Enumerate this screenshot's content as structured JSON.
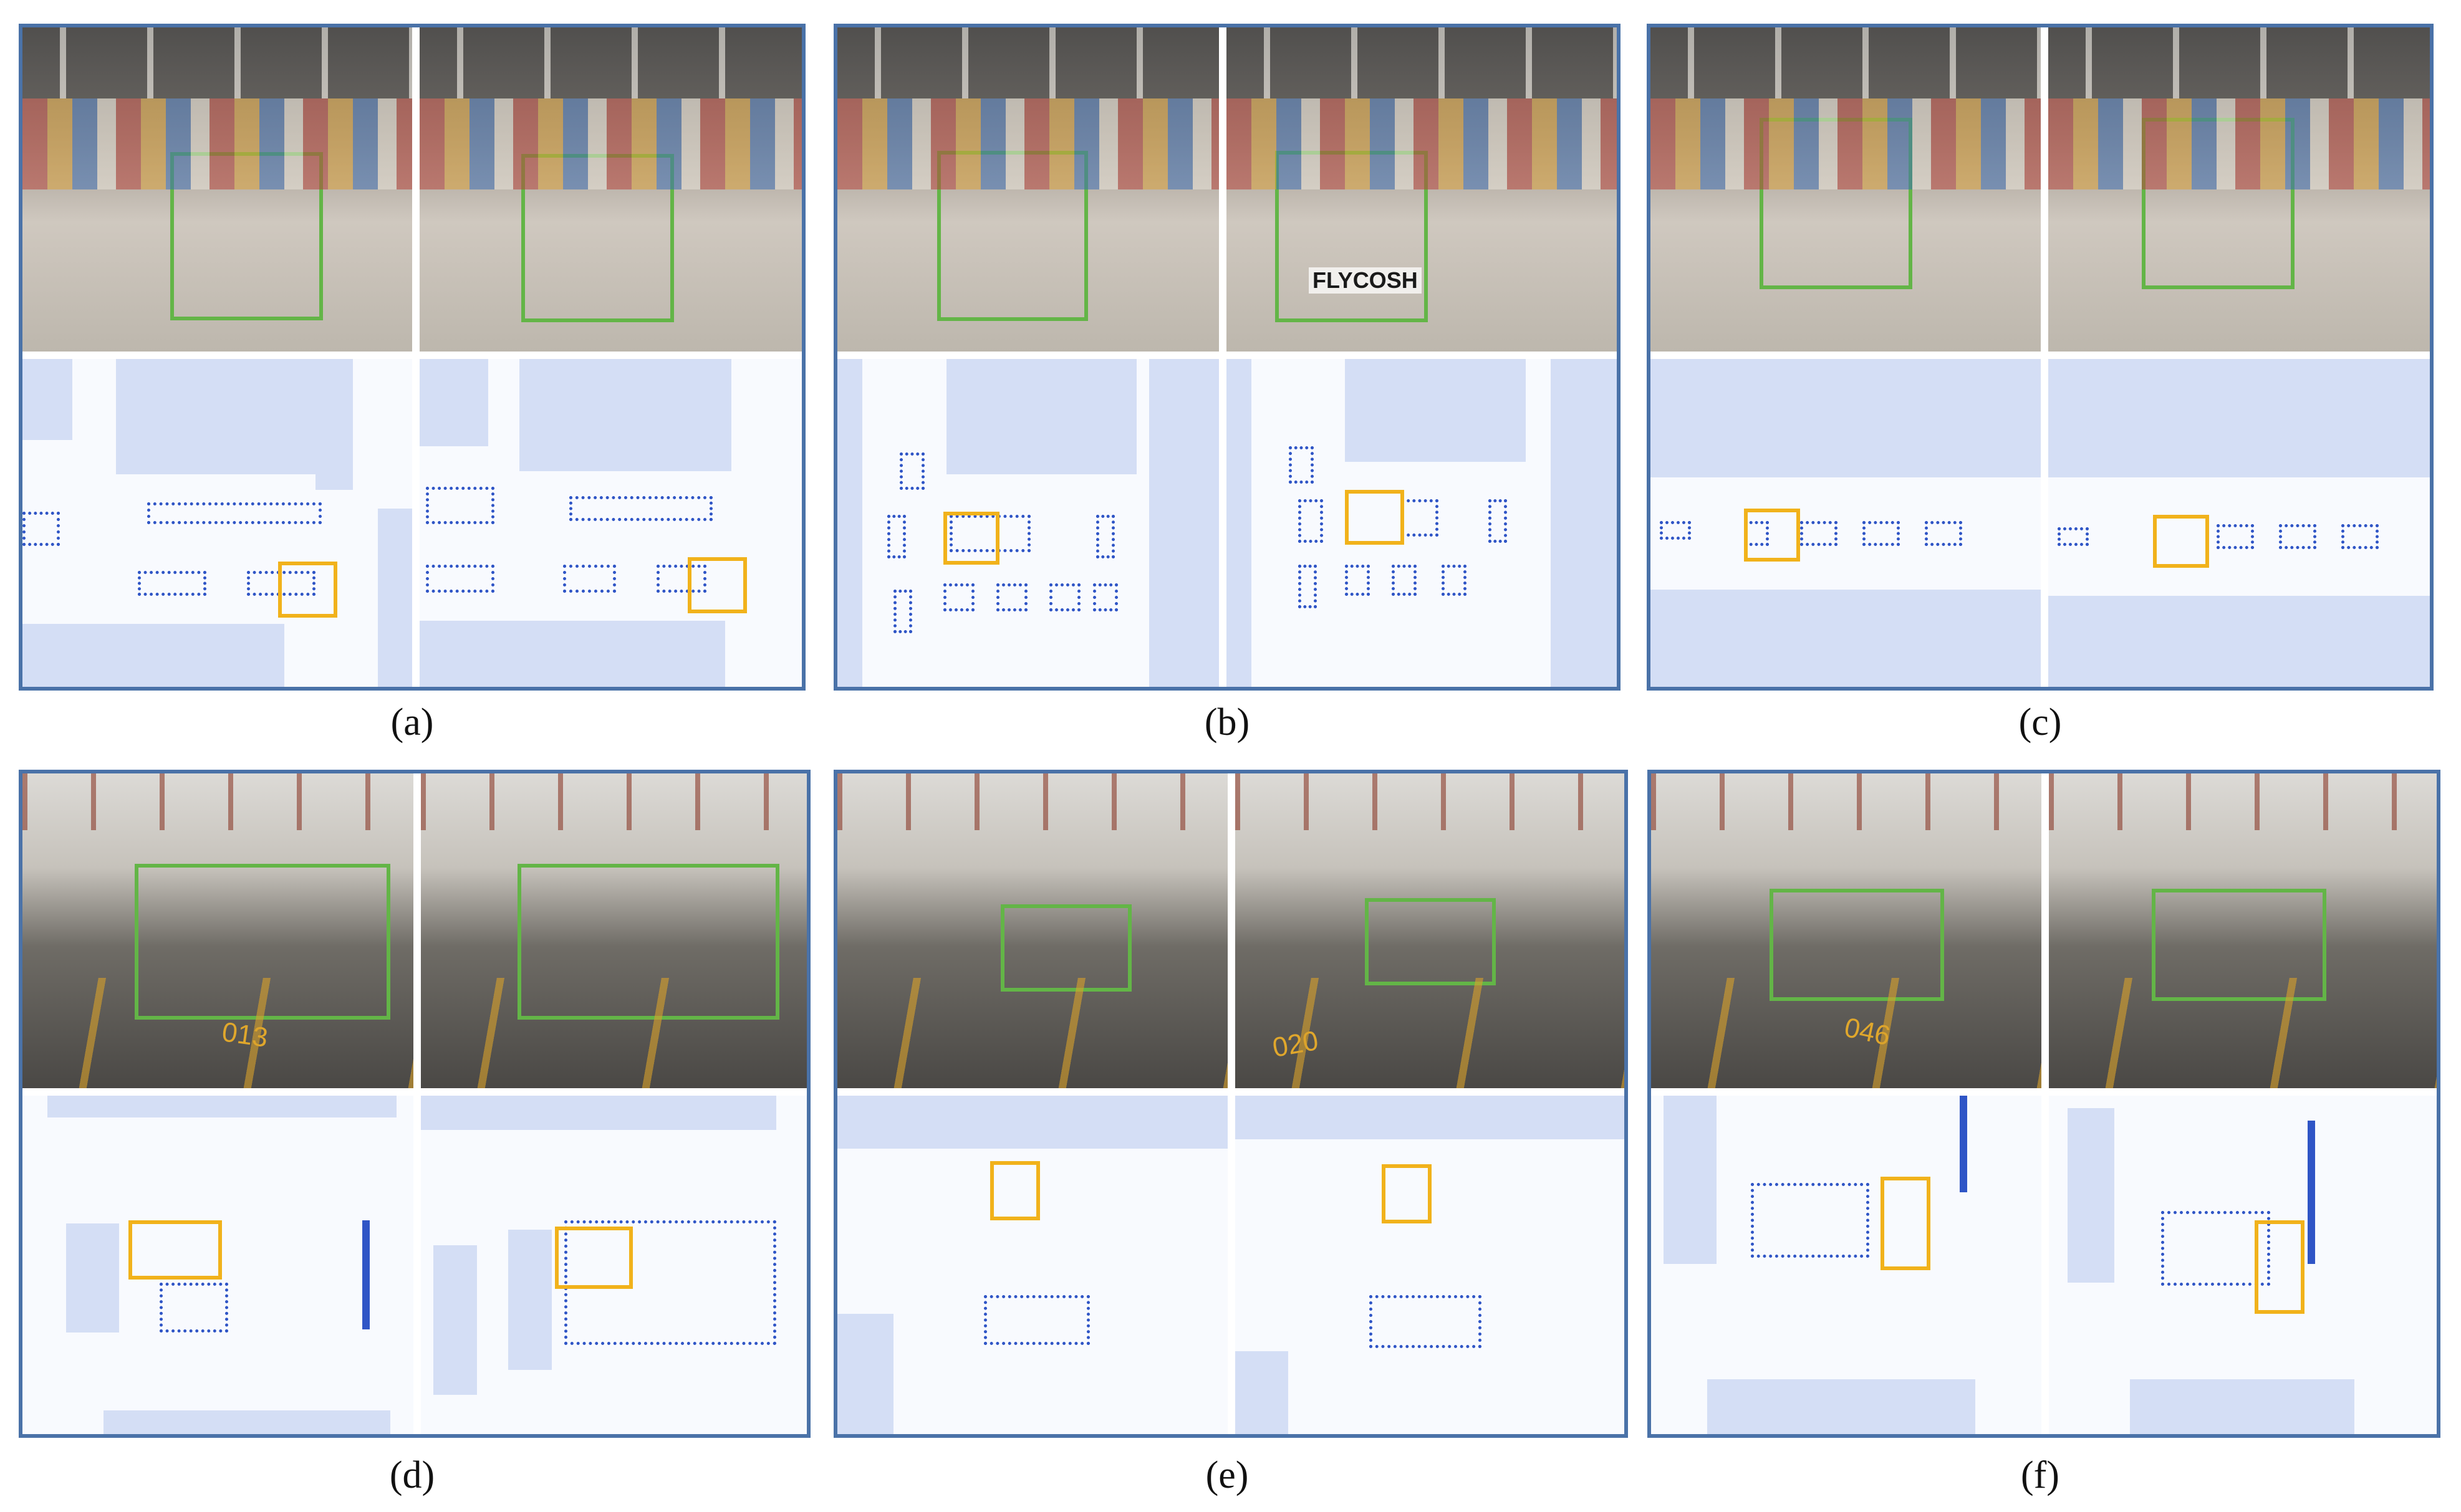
{
  "figure": {
    "captions": [
      "(a)",
      "(b)",
      "(c)",
      "(d)",
      "(e)",
      "(f)"
    ],
    "colors": {
      "panel_border": "#4a72a8",
      "green_box": "#63b547",
      "yellow_box": "#f1b21b",
      "map_occupied": "#d4def5",
      "map_obstacle": "#2f55c6"
    }
  },
  "photo_text": {
    "b_box_brand": "FLYCOSH",
    "d_spot_number": "013",
    "e_spot_number": "020",
    "f_spot_number": "046"
  }
}
